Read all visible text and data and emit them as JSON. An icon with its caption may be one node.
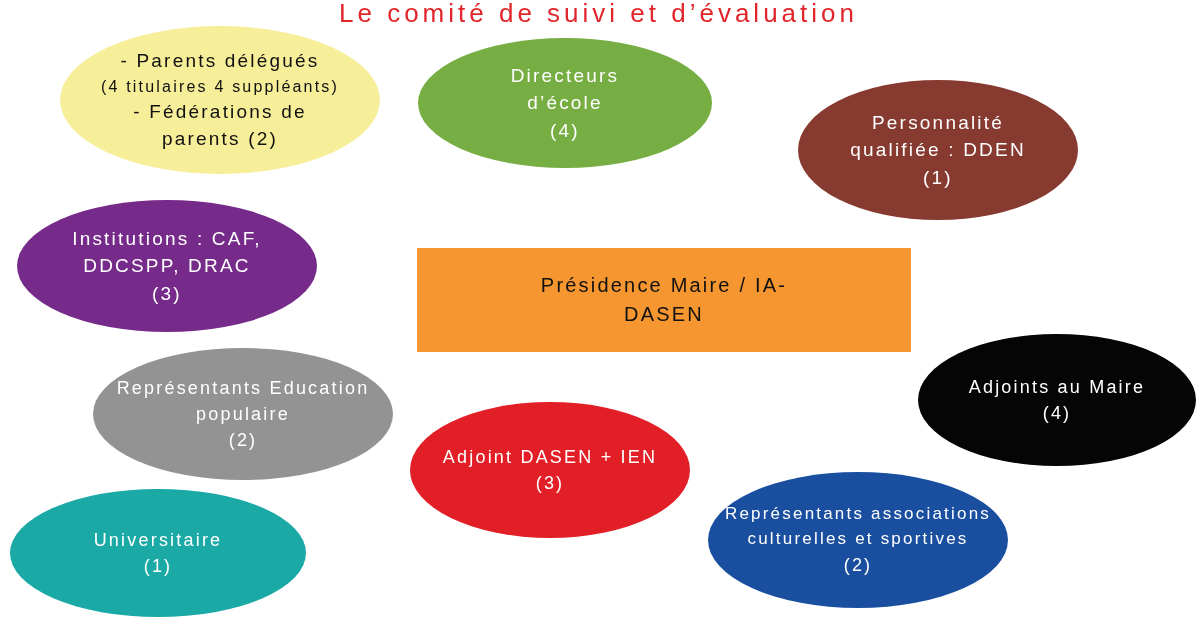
{
  "diagram": {
    "title": "Le comité de suivi et d’évaluation",
    "nodes": [
      {
        "text": [
          "- Parents délégués",
          "(4 titulaires 4 suppléants)",
          "- Fédérations de parents (2)"
        ]
      },
      {
        "text": [
          "Directeurs d’école",
          "(4)"
        ]
      },
      {
        "text": [
          "Personnalité qualifiée : DDEN",
          "(1)"
        ]
      },
      {
        "text": [
          "Institutions : CAF, DDCSPP, DRAC",
          "(3)"
        ]
      },
      {
        "text": [
          "Présidence Maire / IA-DASEN"
        ]
      },
      {
        "text": [
          "Représentants Education populaire",
          "(2)"
        ]
      },
      {
        "text": [
          "Adjoints au Maire",
          "(4)"
        ]
      },
      {
        "text": [
          "Adjoint DASEN + IEN",
          "(3)"
        ]
      },
      {
        "text": [
          "Représentants associations culturelles et sportives",
          "(2)"
        ]
      },
      {
        "text": [
          "Universitaire",
          "(1)"
        ]
      }
    ]
  }
}
